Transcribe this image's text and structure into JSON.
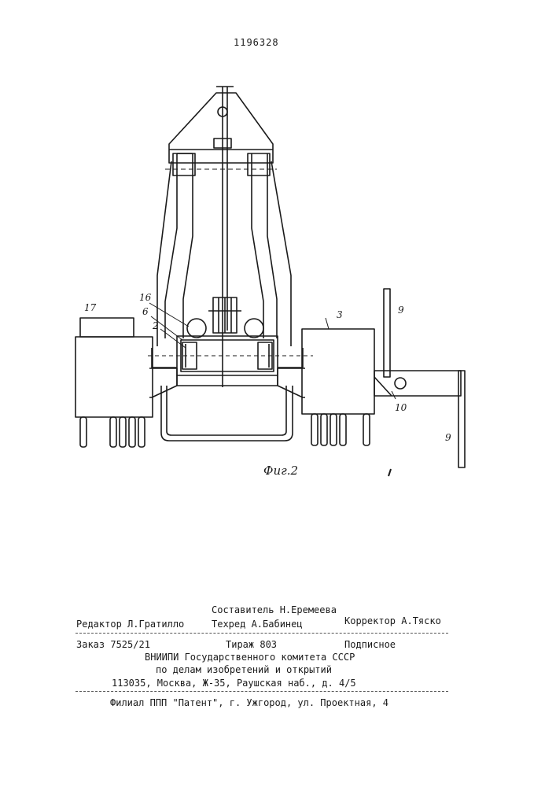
{
  "header": {
    "patent_number": "1196328"
  },
  "figure": {
    "caption": "Фиг.2",
    "labels": {
      "l16": "16",
      "l6": "6",
      "l2": "2",
      "l17": "17",
      "l3": "3",
      "l9a": "9",
      "l9b": "9",
      "l10": "10"
    }
  },
  "colophon": {
    "compiler": "Составитель Н.Еремеева",
    "editor": "Редактор Л.Гратилло",
    "techred": "Техред А.Бабинец",
    "corrector": "Корректор А.Тяско",
    "order": "Заказ 7525/21",
    "circulation": "Тираж 803",
    "subscription": "Подписное",
    "org_line1": "ВНИИПИ Государственного комитета СССР",
    "org_line2": "по делам изобретений и открытий",
    "address": "113035, Москва, Ж-35, Раушская наб., д. 4/5",
    "branch": "Филиал ППП \"Патент\", г. Ужгород, ул. Проектная, 4"
  }
}
